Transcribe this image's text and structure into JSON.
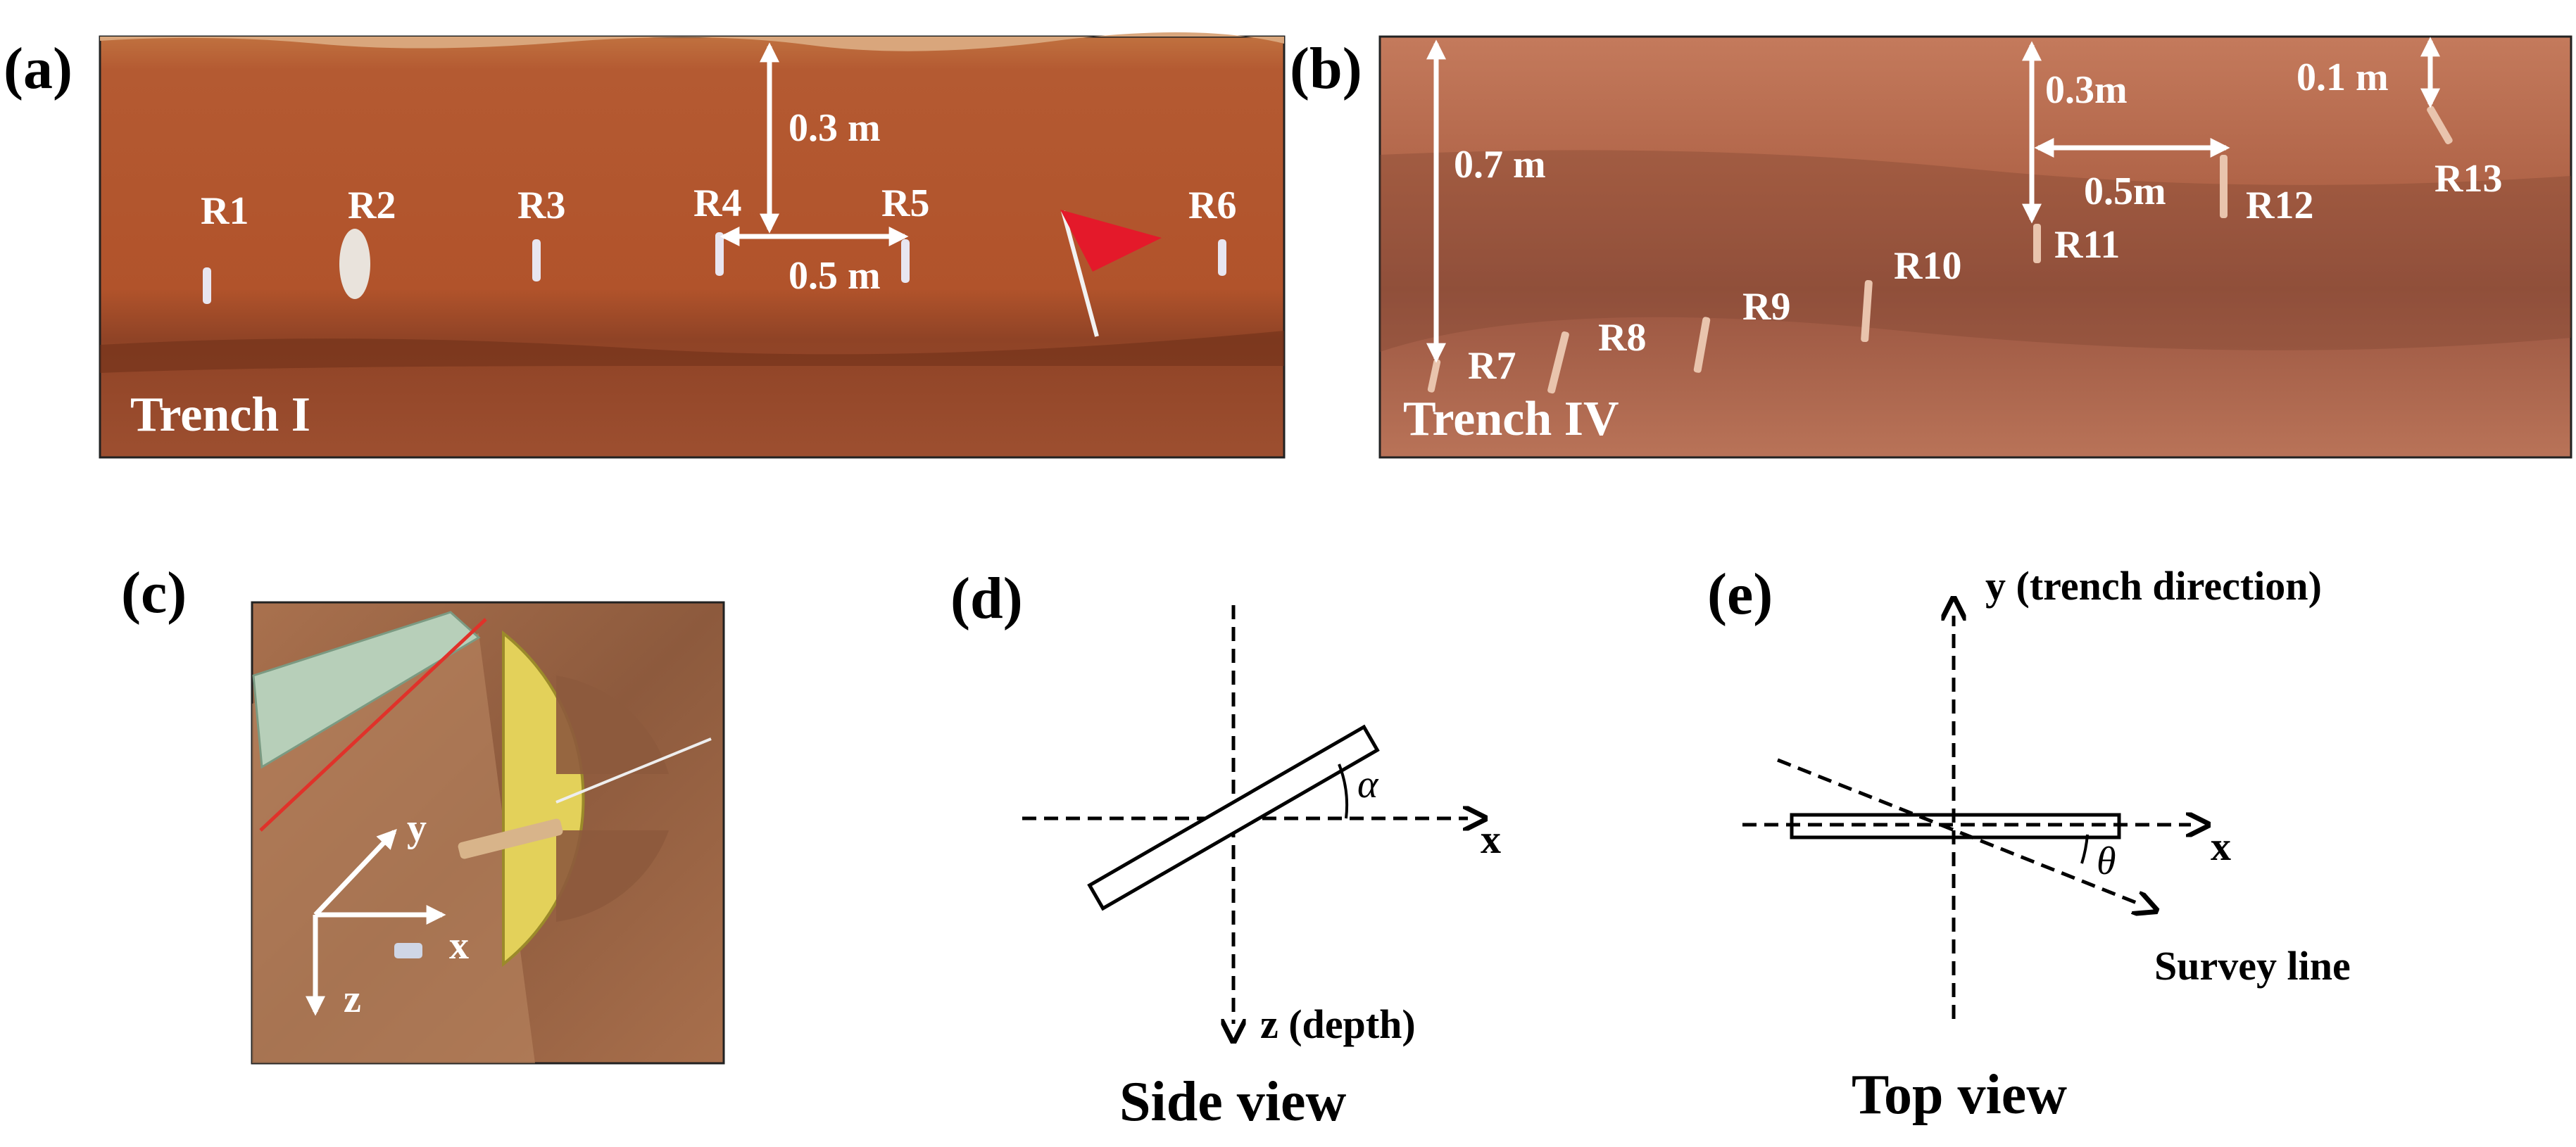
{
  "panels": {
    "a": {
      "label": "(a)",
      "trench": "Trench I",
      "rods": [
        "R1",
        "R2",
        "R3",
        "R4",
        "R5",
        "R6"
      ],
      "depth_label": "0.3 m",
      "spacing_label": "0.5 m"
    },
    "b": {
      "label": "(b)",
      "trench": "Trench IV",
      "rods": [
        "R7",
        "R8",
        "R9",
        "R10",
        "R11",
        "R12",
        "R13"
      ],
      "depth_left_label": "0.7 m",
      "depth_mid_label": "0.3m",
      "spacing_label": "0.5m",
      "depth_right_label": "0.1 m"
    },
    "c": {
      "label": "(c)",
      "axis_y": "y",
      "axis_x": "x",
      "axis_z": "z"
    },
    "d": {
      "label": "(d)",
      "axis_x": "x",
      "axis_z": "z (depth)",
      "angle": "α",
      "caption": "Side view"
    },
    "e": {
      "label": "(e)",
      "axis_y": "y (trench direction)",
      "axis_x": "x",
      "angle": "θ",
      "survey_line": "Survey line",
      "caption": "Top view"
    }
  },
  "colors": {
    "soil_a": "#b4542c",
    "soil_b": "#b46a4e",
    "flag": "#e4192a",
    "protractor": "#e3d15a"
  }
}
